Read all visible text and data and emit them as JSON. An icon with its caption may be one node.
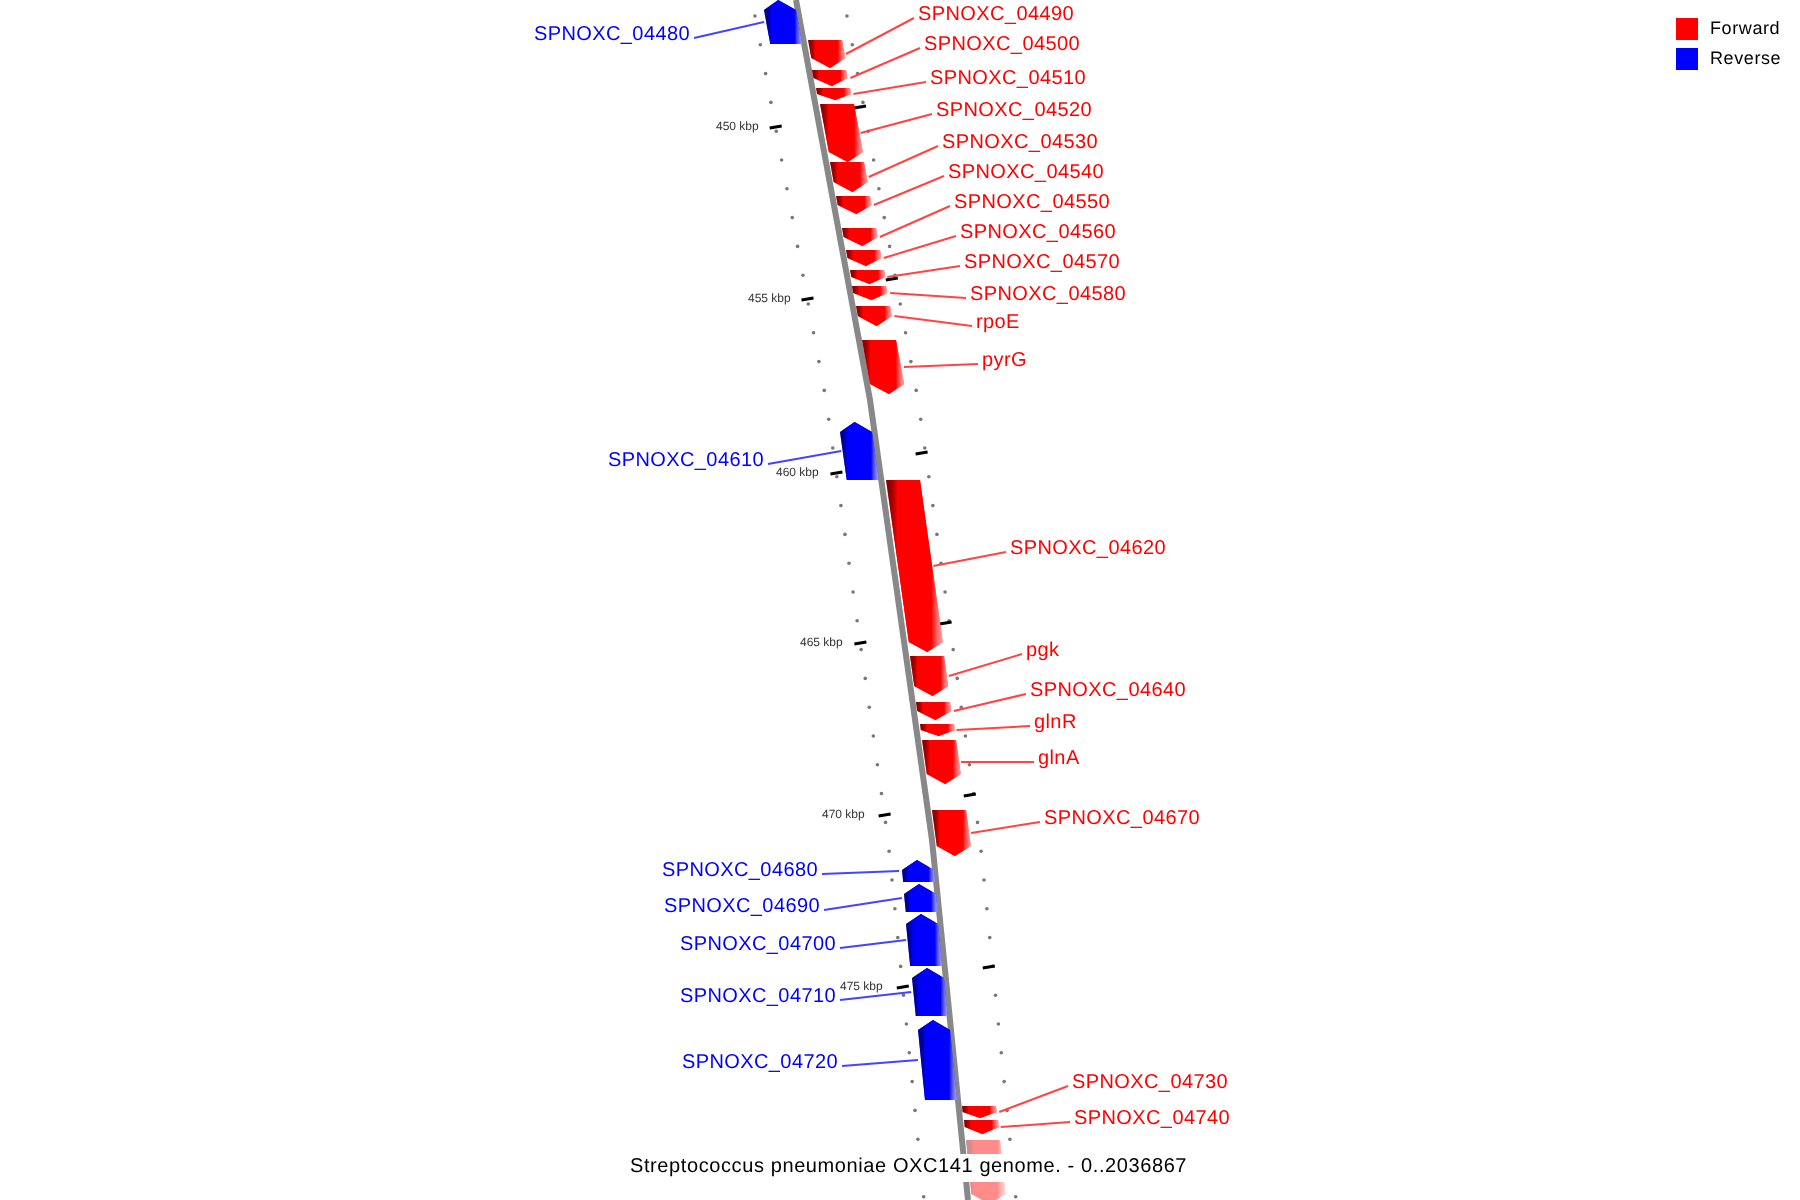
{
  "diagram": {
    "caption": "Streptococcus pneumoniae OXC141 genome. - 0..2036867",
    "nodes": [
      {
        "text": [
          "SPNOXC_04480"
        ]
      },
      {
        "text": [],
        "shape": "arrow"
      },
      {
        "text": [
          "SPNOXC_04490"
        ]
      },
      {
        "text": [],
        "shape": "arrow"
      },
      {
        "text": [
          "SPNOXC_04500"
        ]
      },
      {
        "text": [],
        "shape": "arrow"
      },
      {
        "text": [
          "SPNOXC_04510"
        ]
      },
      {
        "text": [],
        "shape": "arrow"
      },
      {
        "text": [
          "SPNOXC_04520"
        ]
      },
      {
        "text": [],
        "shape": "arrow"
      },
      {
        "text": [
          "SPNOXC_04530"
        ]
      },
      {
        "text": [],
        "shape": "arrow"
      },
      {
        "text": [
          "SPNOXC_04540"
        ]
      },
      {
        "text": [],
        "shape": "arrow"
      },
      {
        "text": [
          "SPNOXC_04550"
        ]
      },
      {
        "text": [],
        "shape": "arrow"
      },
      {
        "text": [
          "SPNOXC_04560"
        ]
      },
      {
        "text": [],
        "shape": "arrow"
      },
      {
        "text": [
          "SPNOXC_04570"
        ]
      },
      {
        "text": [],
        "shape": "arrow"
      },
      {
        "text": [
          "SPNOXC_04580"
        ]
      },
      {
        "text": [],
        "shape": "arrow"
      },
      {
        "text": [
          "rpoE"
        ]
      },
      {
        "text": [],
        "shape": "arrow"
      },
      {
        "text": [
          "pyrG"
        ]
      },
      {
        "text": [],
        "shape": "arrow"
      },
      {
        "text": [
          "SPNOXC_04610"
        ]
      },
      {
        "text": [],
        "shape": "arrow"
      },
      {
        "text": [
          "SPNOXC_04620"
        ]
      },
      {
        "text": [],
        "shape": "arrow"
      },
      {
        "text": [
          "pgk"
        ]
      },
      {
        "text": [],
        "shape": "arrow"
      },
      {
        "text": [
          "SPNOXC_04640"
        ]
      },
      {
        "text": [],
        "shape": "arrow"
      },
      {
        "text": [
          "glnR"
        ]
      },
      {
        "text": [],
        "shape": "arrow"
      },
      {
        "text": [
          "glnA"
        ]
      },
      {
        "text": [],
        "shape": "arrow"
      },
      {
        "text": [
          "SPNOXC_04670"
        ]
      },
      {
        "text": [],
        "shape": "arrow"
      },
      {
        "text": [
          "SPNOXC_04680"
        ]
      },
      {
        "text": [],
        "shape": "arrow"
      },
      {
        "text": [
          "SPNOXC_04690"
        ]
      },
      {
        "text": [],
        "shape": "arrow"
      },
      {
        "text": [
          "SPNOXC_04700"
        ]
      },
      {
        "text": [],
        "shape": "arrow"
      },
      {
        "text": [
          "SPNOXC_04710"
        ]
      },
      {
        "text": [],
        "shape": "arrow"
      },
      {
        "text": [
          "SPNOXC_04720"
        ]
      },
      {
        "text": [],
        "shape": "arrow"
      },
      {
        "text": [
          "SPNOXC_04730"
        ]
      },
      {
        "text": [],
        "shape": "arrow"
      },
      {
        "text": [
          "SPNOXC_04740"
        ]
      },
      {
        "text": [],
        "shape": "arrow"
      },
      {
        "text": [],
        "shape": "arrow"
      }
    ],
    "edges": [
      {
        "from": 0,
        "to": 1,
        "arrow": "none",
        "color": "#4444ff"
      },
      {
        "from": 2,
        "to": 3,
        "arrow": "none"
      },
      {
        "from": 4,
        "to": 5,
        "arrow": "none"
      },
      {
        "from": 6,
        "to": 7,
        "arrow": "none"
      },
      {
        "from": 8,
        "to": 9,
        "arrow": "none"
      },
      {
        "from": 10,
        "to": 11,
        "arrow": "none"
      },
      {
        "from": 12,
        "to": 13,
        "arrow": "none"
      },
      {
        "from": 14,
        "to": 15,
        "arrow": "none"
      },
      {
        "from": 16,
        "to": 17,
        "arrow": "none"
      },
      {
        "from": 18,
        "to": 19,
        "arrow": "none"
      },
      {
        "from": 20,
        "to": 21,
        "arrow": "none"
      },
      {
        "from": 22,
        "to": 23,
        "arrow": "none"
      },
      {
        "from": 24,
        "to": 25,
        "arrow": "none"
      },
      {
        "from": 26,
        "to": 27,
        "arrow": "none",
        "color": "#4444ff"
      },
      {
        "from": 28,
        "to": 29,
        "arrow": "none"
      },
      {
        "from": 30,
        "to": 31,
        "arrow": "none"
      },
      {
        "from": 32,
        "to": 33,
        "arrow": "none"
      },
      {
        "from": 34,
        "to": 35,
        "arrow": "none"
      },
      {
        "from": 36,
        "to": 37,
        "arrow": "none"
      },
      {
        "from": 38,
        "to": 39,
        "arrow": "none"
      },
      {
        "from": 40,
        "to": 41,
        "arrow": "none",
        "color": "#4444ff"
      },
      {
        "from": 42,
        "to": 43,
        "arrow": "none",
        "color": "#4444ff"
      },
      {
        "from": 44,
        "to": 45,
        "arrow": "none",
        "color": "#4444ff"
      },
      {
        "from": 46,
        "to": 47,
        "arrow": "none",
        "color": "#4444ff"
      },
      {
        "from": 48,
        "to": 49,
        "arrow": "none",
        "color": "#4444ff"
      },
      {
        "from": 50,
        "to": 51,
        "arrow": "none"
      },
      {
        "from": 52,
        "to": 53,
        "arrow": "none"
      }
    ],
    "labels": [
      "450 kbp",
      "455 kbp",
      "460 kbp",
      "465 kbp",
      "470 kbp",
      "475 kbp"
    ],
    "legend": [
      {
        "text": "Forward",
        "color": "#ff0000"
      },
      {
        "text": "Reverse",
        "color": "#0000ff"
      }
    ]
  }
}
